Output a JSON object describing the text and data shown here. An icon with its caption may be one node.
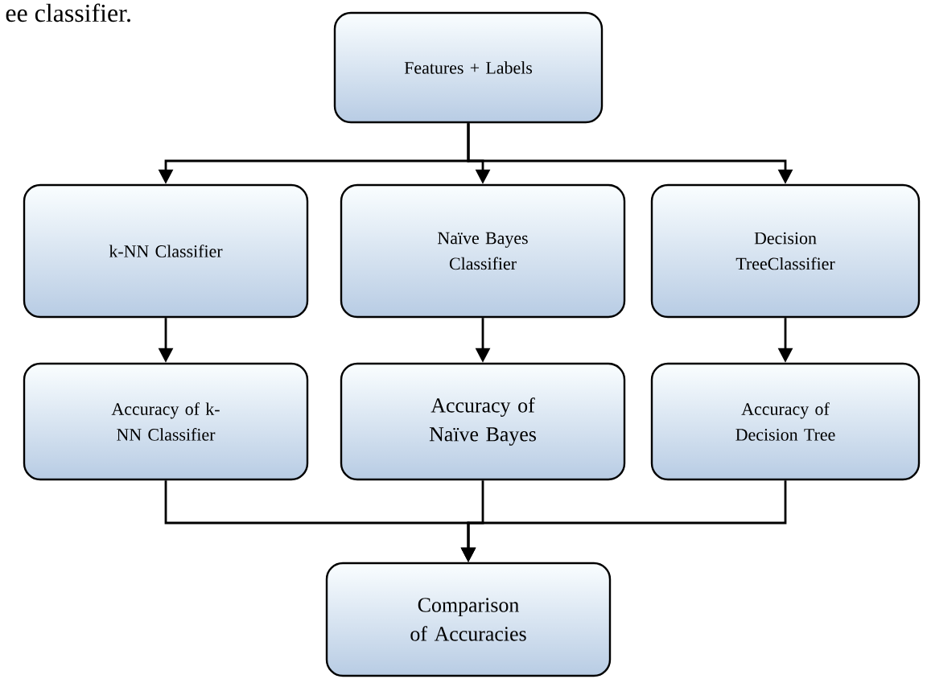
{
  "diagram": {
    "nodes": [
      {
        "text": [
          "Features + Labels"
        ]
      },
      {
        "text": [
          "k-NN Classifier"
        ]
      },
      {
        "text": [
          "Naïve Bayes Classifier"
        ]
      },
      {
        "text": [
          "Decision TreeClassifier"
        ]
      },
      {
        "text": [
          "Accuracy of k-NN Classifier"
        ]
      },
      {
        "text": [
          "Accuracy of Naïve Bayes"
        ]
      },
      {
        "text": [
          "Accuracy of Decision Tree"
        ]
      },
      {
        "text": [
          "Comparison of Accuracies"
        ]
      }
    ],
    "edges": [
      {
        "from": 0,
        "to": 1,
        "arrow": "to"
      },
      {
        "from": 0,
        "to": 2,
        "arrow": "to"
      },
      {
        "from": 0,
        "to": 3,
        "arrow": "to"
      },
      {
        "from": 1,
        "to": 4,
        "arrow": "to"
      },
      {
        "from": 2,
        "to": 5,
        "arrow": "to"
      },
      {
        "from": 3,
        "to": 6,
        "arrow": "to"
      },
      {
        "from": 4,
        "to": 7,
        "arrow": "to"
      },
      {
        "from": 5,
        "to": 7,
        "arrow": "to"
      },
      {
        "from": 6,
        "to": 7,
        "arrow": "to"
      }
    ],
    "labels": [
      "ee classifier."
    ]
  }
}
